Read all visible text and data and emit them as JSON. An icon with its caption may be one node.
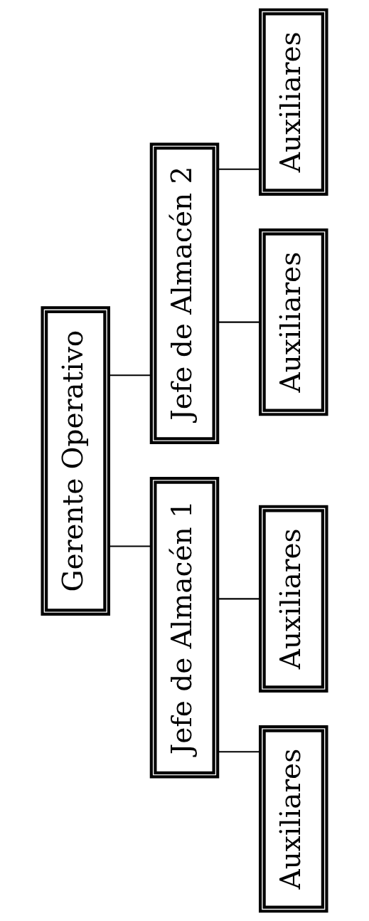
{
  "diagram": {
    "nodes": [
      {
        "text": [
          "Gerente Operativo"
        ]
      },
      {
        "text": [
          "Jefe de Almacén 1"
        ]
      },
      {
        "text": [
          "Jefe de Almacén 2"
        ]
      },
      {
        "text": [
          "Auxiliares"
        ]
      },
      {
        "text": [
          "Auxiliares"
        ]
      },
      {
        "text": [
          "Auxiliares"
        ]
      },
      {
        "text": [
          "Auxiliares"
        ]
      }
    ],
    "edges": [
      {
        "from": 0,
        "to": 1,
        "arrow": "none"
      },
      {
        "from": 0,
        "to": 2,
        "arrow": "none"
      },
      {
        "from": 1,
        "to": 3,
        "arrow": "none"
      },
      {
        "from": 1,
        "to": 4,
        "arrow": "none"
      },
      {
        "from": 2,
        "to": 5,
        "arrow": "none"
      },
      {
        "from": 2,
        "to": 6,
        "arrow": "none"
      }
    ]
  }
}
